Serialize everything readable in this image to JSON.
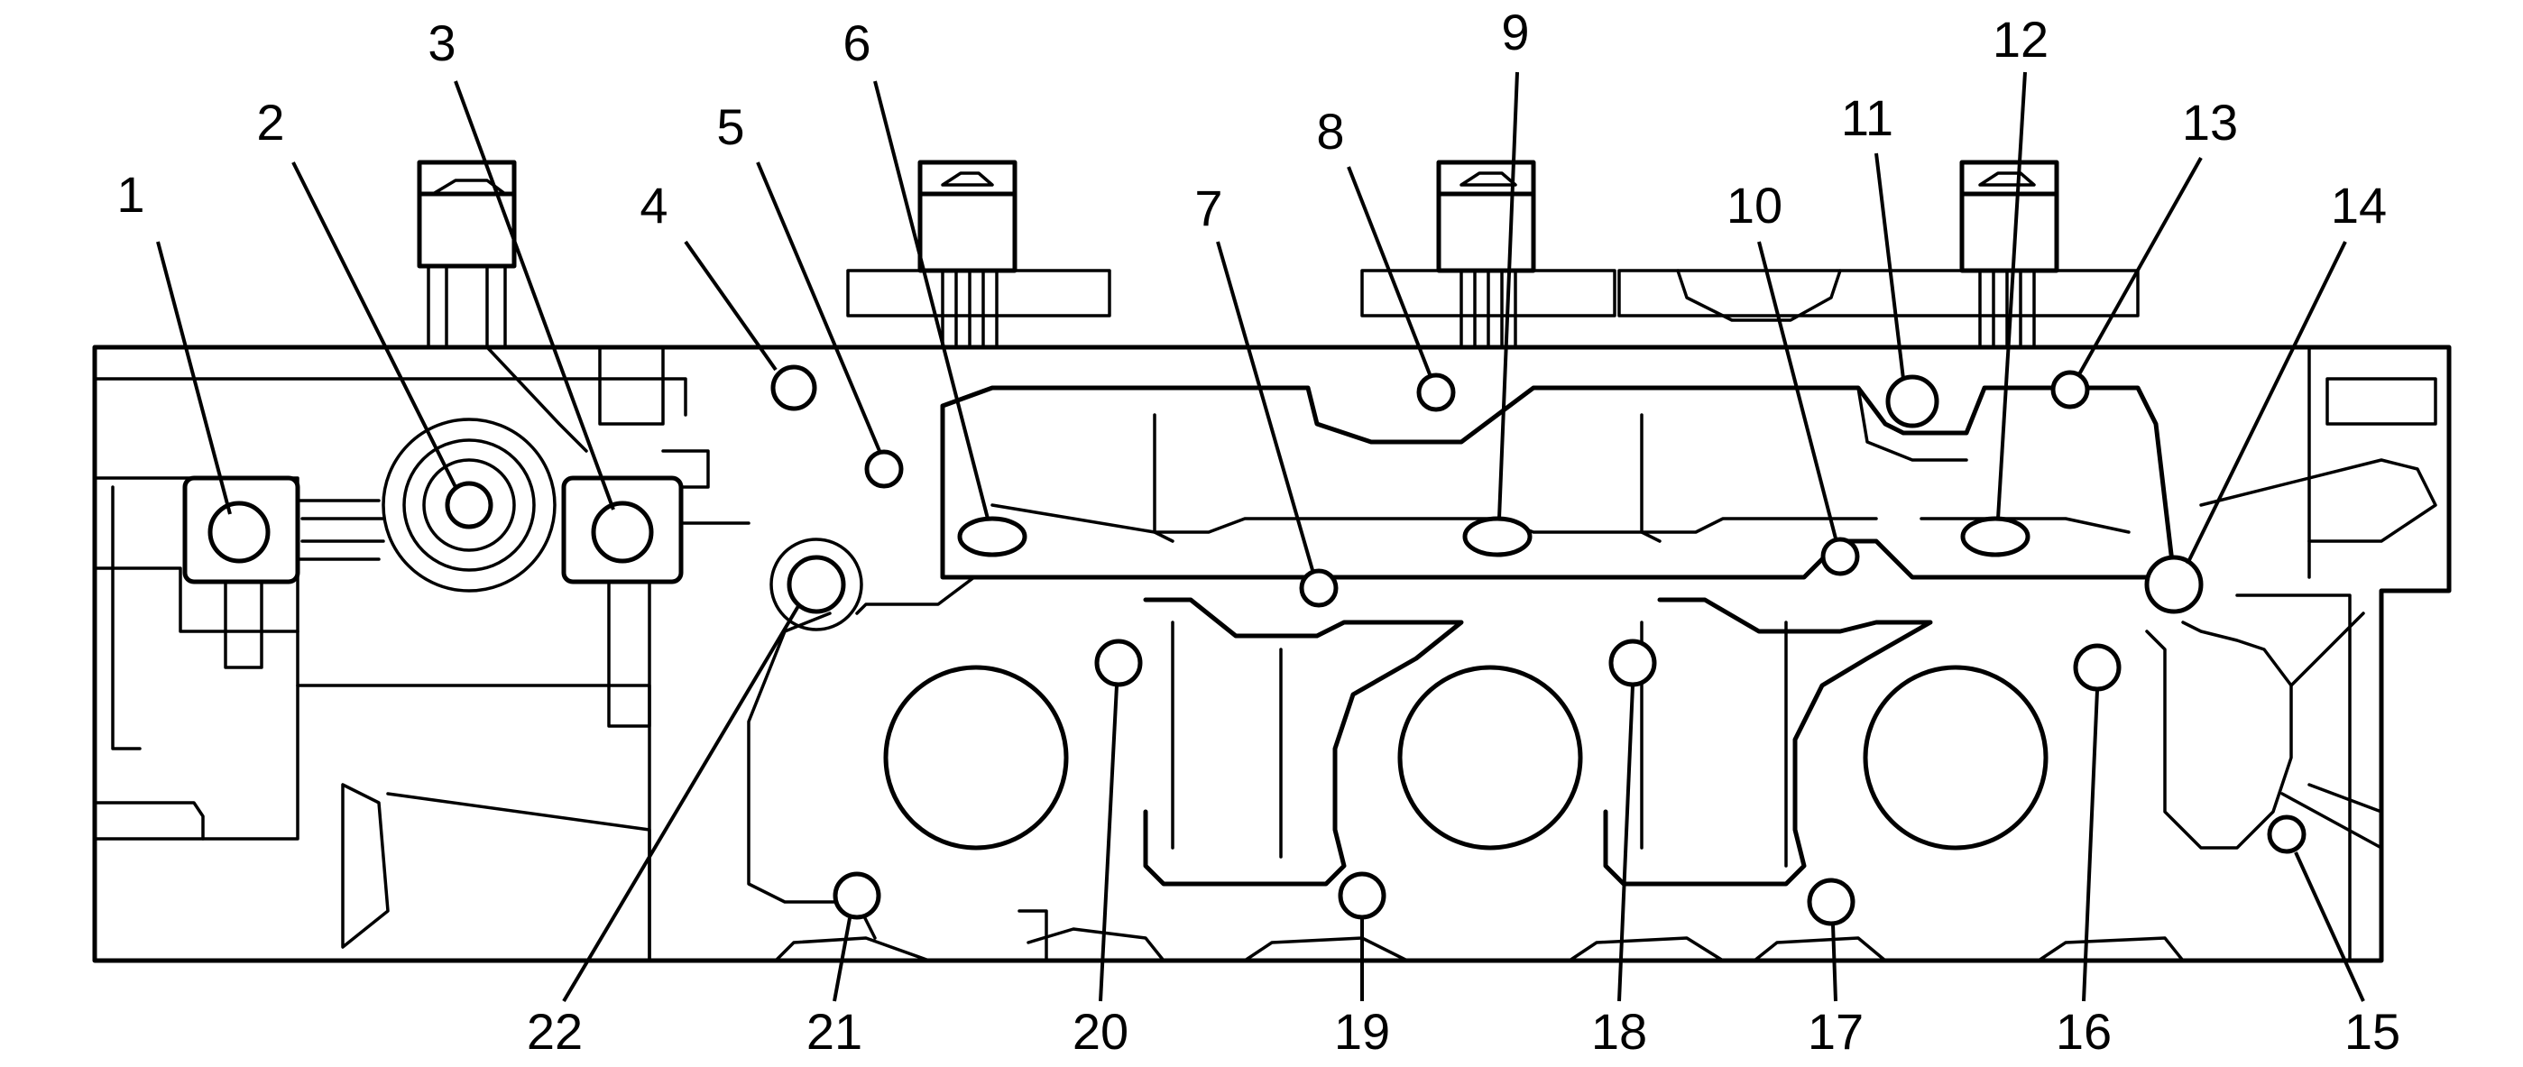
{
  "figure": {
    "callouts": [
      {
        "id": 1,
        "label": "1"
      },
      {
        "id": 2,
        "label": "2"
      },
      {
        "id": 3,
        "label": "3"
      },
      {
        "id": 4,
        "label": "4"
      },
      {
        "id": 5,
        "label": "5"
      },
      {
        "id": 6,
        "label": "6"
      },
      {
        "id": 7,
        "label": "7"
      },
      {
        "id": 8,
        "label": "8"
      },
      {
        "id": 9,
        "label": "9"
      },
      {
        "id": 10,
        "label": "10"
      },
      {
        "id": 11,
        "label": "11"
      },
      {
        "id": 12,
        "label": "12"
      },
      {
        "id": 13,
        "label": "13"
      },
      {
        "id": 14,
        "label": "14"
      },
      {
        "id": 15,
        "label": "15"
      },
      {
        "id": 16,
        "label": "16"
      },
      {
        "id": 17,
        "label": "17"
      },
      {
        "id": 18,
        "label": "18"
      },
      {
        "id": 19,
        "label": "19"
      },
      {
        "id": 20,
        "label": "20"
      },
      {
        "id": 21,
        "label": "21"
      },
      {
        "id": 22,
        "label": "22"
      }
    ]
  }
}
